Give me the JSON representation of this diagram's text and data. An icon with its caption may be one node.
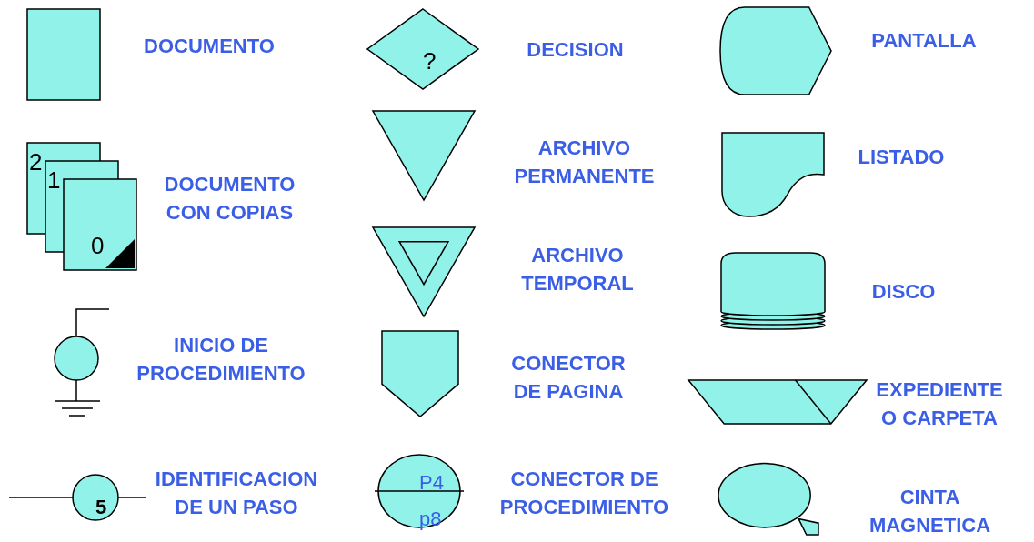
{
  "diagram": {
    "nodes": [
      {
        "text": [],
        "shape": "box",
        "beside": [
          "DOCUMENTO"
        ]
      },
      {
        "text": [
          "2"
        ]
      },
      {
        "text": [
          "1"
        ]
      },
      {
        "text": [
          "0"
        ],
        "beside": [
          "DOCUMENTO CON COPIAS"
        ]
      },
      {
        "text": [],
        "shape": "circle",
        "beside": [
          "INICIO DE PROCEDIMIENTO"
        ]
      },
      {
        "text": [
          "5"
        ],
        "beside": [
          "IDENTIFICACION DE UN PASO"
        ]
      },
      {
        "text": [
          "?"
        ],
        "beside": [
          "DECISION"
        ]
      },
      {
        "text": [],
        "shape": "triangle",
        "beside": [
          "ARCHIVO PERMANENTE"
        ]
      },
      {
        "text": [],
        "shape": "triangle",
        "beside": [
          "ARCHIVO TEMPORAL"
        ]
      },
      {
        "text": [],
        "shape": "pentagon",
        "beside": [
          "CONECTOR DE PAGINA"
        ]
      },
      {
        "text": [
          "P4",
          "p8"
        ],
        "beside": [
          "CONECTOR DE PROCEDIMIENTO"
        ]
      },
      {
        "text": [],
        "shape": "display",
        "beside": [
          "PANTALLA"
        ]
      },
      {
        "text": [],
        "shape": "document",
        "beside": [
          "LISTADO"
        ]
      },
      {
        "text": [],
        "shape": "cylinder",
        "beside": [
          "DISCO"
        ]
      },
      {
        "text": [],
        "shape": "trapezoid",
        "beside": [
          "EXPEDIENTE O CARPETA"
        ]
      },
      {
        "text": [],
        "shape": "tape",
        "beside": [
          "CINTA MAGNETICA"
        ]
      }
    ]
  }
}
